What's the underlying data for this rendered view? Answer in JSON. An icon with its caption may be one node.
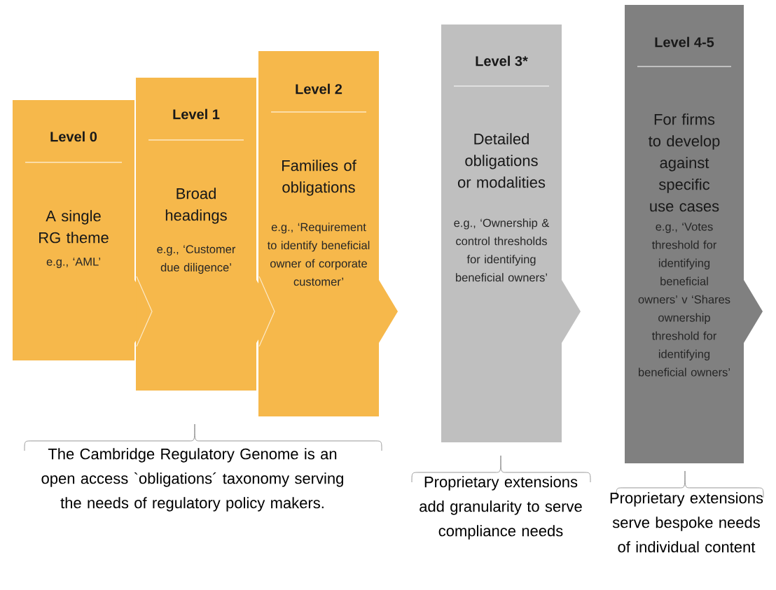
{
  "diagram": {
    "nodes": [
      {
        "text": [
          "Level 0",
          "A single RG theme",
          "e.g., ‘AML’"
        ]
      },
      {
        "text": [
          "Level 1",
          "Broad headings",
          "e.g., ‘Customer due diligence’"
        ]
      },
      {
        "text": [
          "Level 2",
          "Families of obligations",
          "e.g., ‘Requirement to identify beneficial owner of corporate customer’"
        ]
      },
      {
        "text": [
          "Level 3*",
          "Detailed obligations or modalities",
          "e.g., ‘Ownership & control thresholds for identifying beneficial owners’"
        ]
      },
      {
        "text": [
          "Level 4-5",
          "For firms to develop against specific use cases",
          "e.g., ‘Votes threshold for identifying beneficial owners’ v ‘Shares ownership threshold for identifying beneficial owners’"
        ]
      }
    ],
    "labels": [
      "The Cambridge Regulatory Genome is an open access `obligations´ taxonomy serving the needs of regulatory policy makers.",
      "Proprietary extensions add granularity to serve compliance needs",
      "Proprietary extensions serve bespoke needs of individual content"
    ]
  }
}
